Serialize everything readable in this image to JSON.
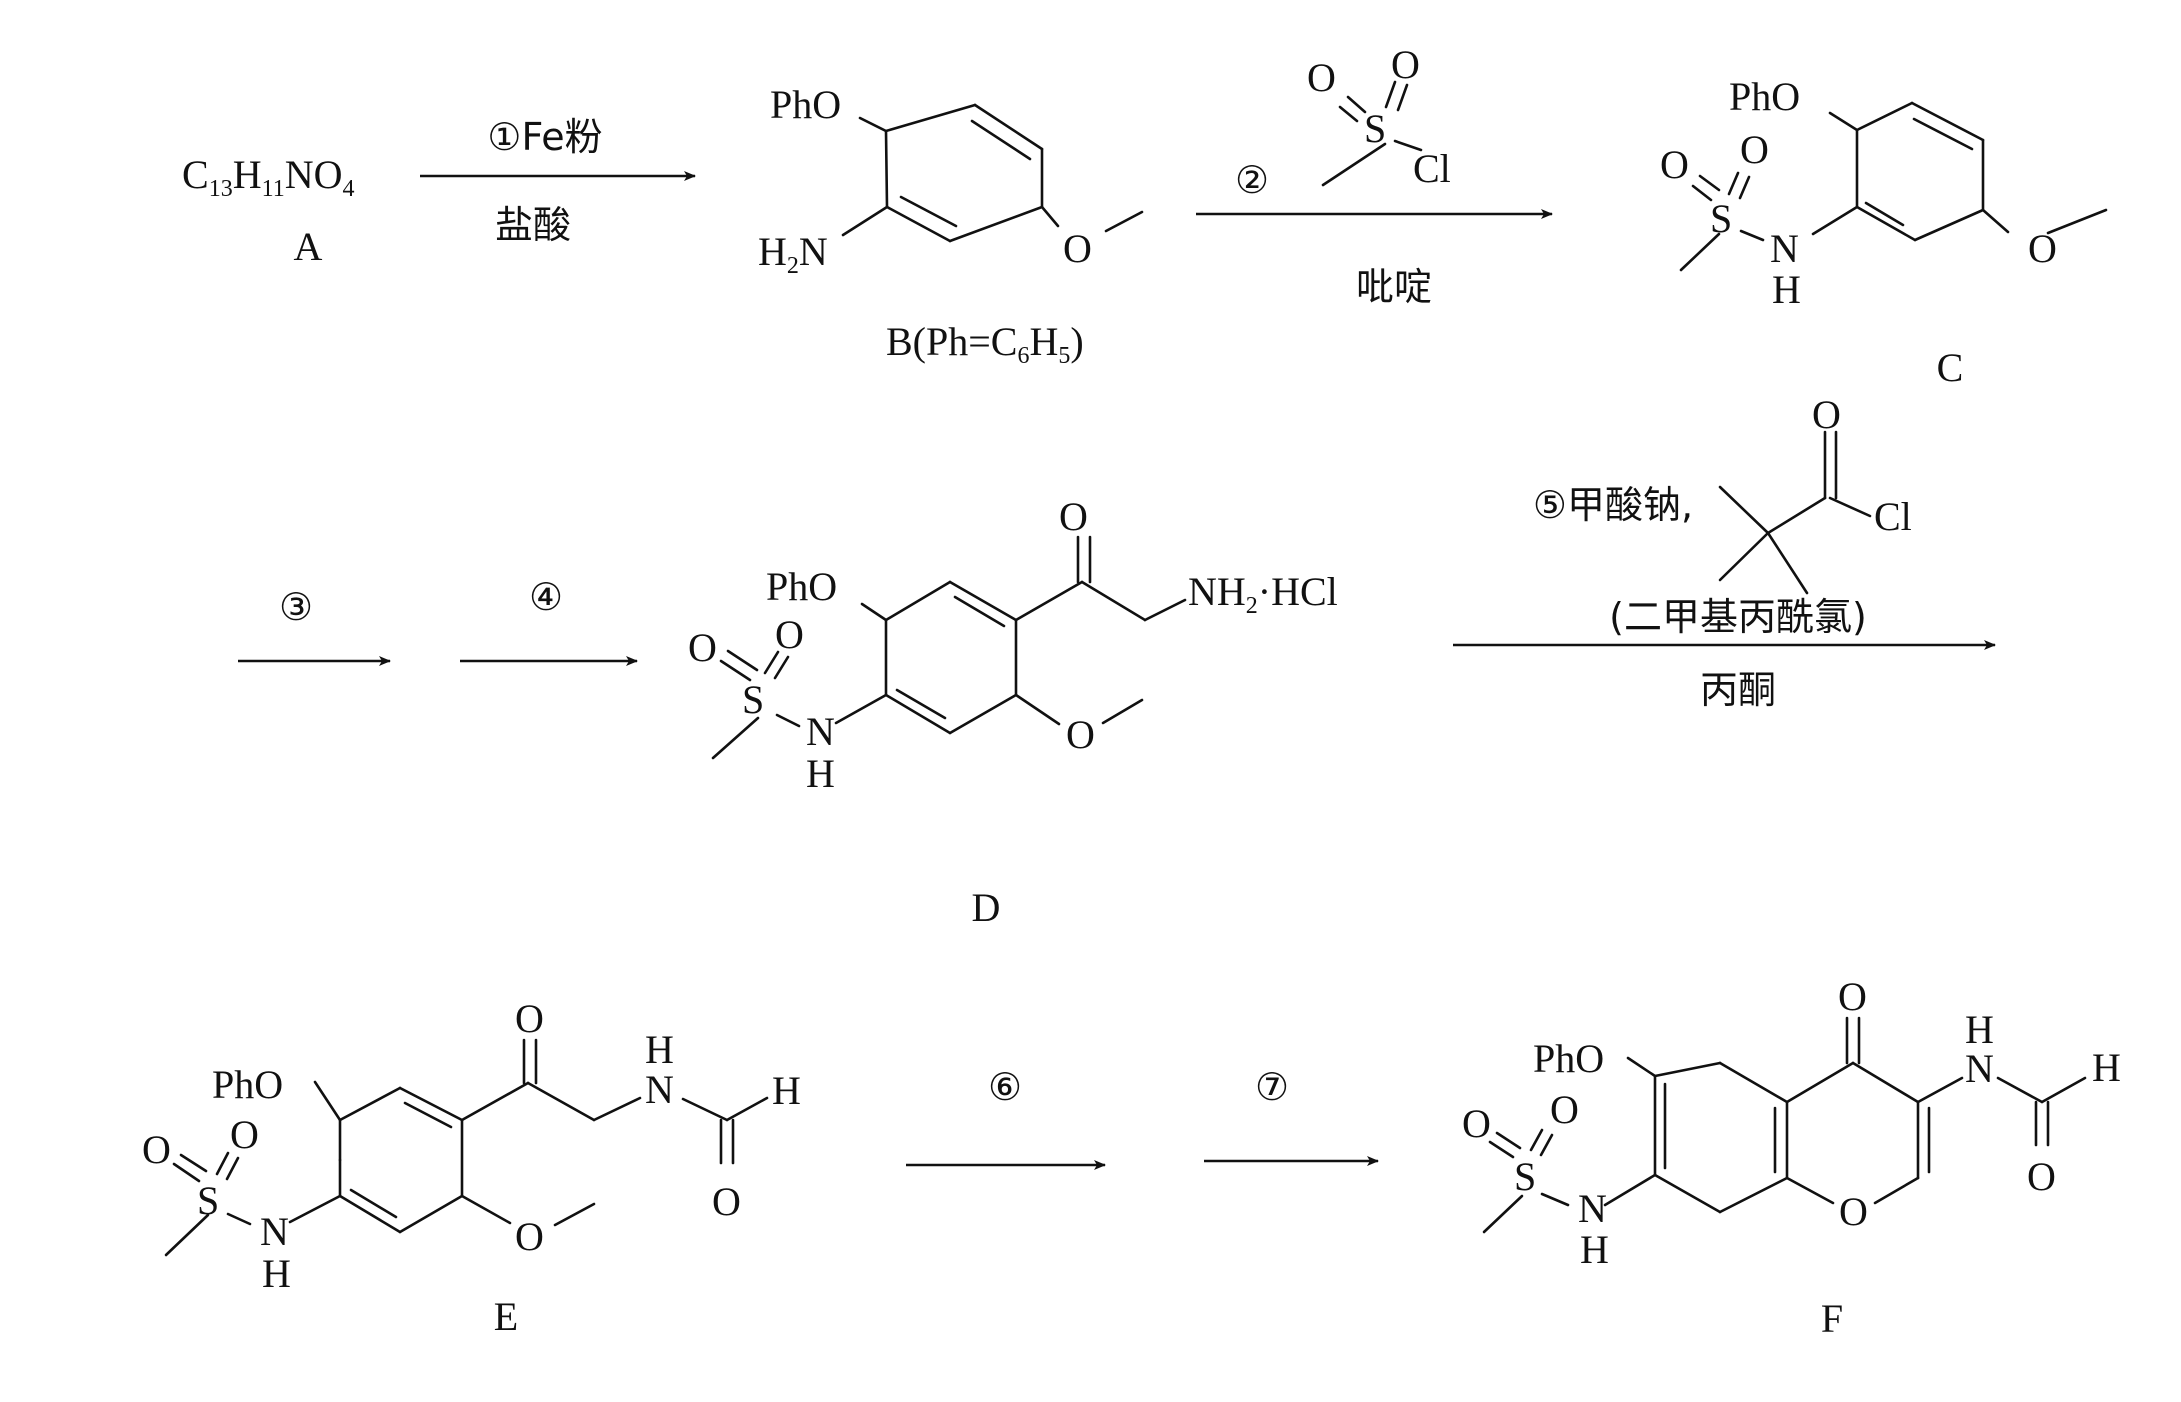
{
  "compounds": {
    "A": {
      "label": "A",
      "formula": {
        "c": "C",
        "c_sub": "13",
        "h": "H",
        "h_sub": "11",
        "no": "NO",
        "o_sub": "4"
      }
    },
    "B": {
      "label_pre": "B(Ph=C",
      "sub1": "6",
      "mid": "H",
      "sub2": "5",
      "post": ")",
      "pho": "PhO",
      "h2n": {
        "h": "H",
        "sub": "2",
        "n": "N"
      },
      "o_methoxy": "O"
    },
    "C": {
      "label": "C",
      "pho": "PhO",
      "o1": "O",
      "o2": "O",
      "s": "S",
      "n": "N",
      "h": "H",
      "o_methoxy": "O"
    },
    "D": {
      "label": "D",
      "pho": "PhO",
      "o1": "O",
      "o2": "O",
      "s": "S",
      "n": "N",
      "h": "H",
      "o_methoxy": "O",
      "o_keto": "O",
      "amine": {
        "nh": "NH",
        "sub": "2",
        "salt": "·HCl"
      }
    },
    "E": {
      "label": "E",
      "pho": "PhO",
      "o1": "O",
      "o2": "O",
      "s": "S",
      "n": "N",
      "h": "H",
      "o_methoxy": "O",
      "o_keto": "O",
      "nh_n": "N",
      "nh_h": "H",
      "cho_h": "H",
      "cho_o": "O"
    },
    "F": {
      "label": "F",
      "pho": "PhO",
      "o1": "O",
      "o2": "O",
      "s": "S",
      "n": "N",
      "h": "H",
      "o_ring": "O",
      "o_keto": "O",
      "nh_n": "N",
      "nh_h": "H",
      "cho_h": "H",
      "cho_o": "O"
    }
  },
  "steps": {
    "s1": {
      "top": "①Fe粉",
      "bottom": "盐酸"
    },
    "s2": {
      "num": "②",
      "bottom": "吡啶",
      "reagent": {
        "o1": "O",
        "o2": "O",
        "s": "S",
        "cl": "Cl"
      }
    },
    "s3": {
      "num": "③"
    },
    "s4": {
      "num": "④"
    },
    "s5": {
      "top": "⑤甲酸钠,",
      "name": "(二甲基丙酰氯)",
      "bottom": "丙酮",
      "reagent": {
        "o": "O",
        "cl": "Cl"
      }
    },
    "s6": {
      "num": "⑥"
    },
    "s7": {
      "num": "⑦"
    }
  }
}
